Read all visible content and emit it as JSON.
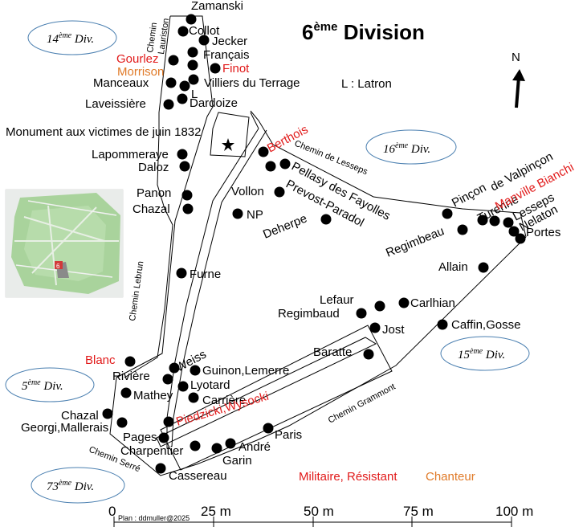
{
  "title": "6",
  "title_sup": "ème",
  "title_rest": " Division",
  "north_label": "N",
  "latron_legend": "L : Latron",
  "monument": "Monument aux victimes de juin 1832",
  "divisions": {
    "d14": {
      "num": "14",
      "sup": "ème",
      "rest": " Div."
    },
    "d16": {
      "num": "16",
      "sup": "ème",
      "rest": " Div."
    },
    "d5": {
      "num": "5",
      "sup": "ème",
      "rest": " Div."
    },
    "d15": {
      "num": "15",
      "sup": "ème",
      "rest": " Div."
    },
    "d73": {
      "num": "73",
      "sup": "ème",
      "rest": " Div."
    }
  },
  "roads": {
    "lauriston": "Chemin Lauriston",
    "lesseps": "Chemin de Lesseps",
    "lebrun": "Chemin Lebrun",
    "grammont": "Chemin Grammont",
    "serre": "Chemin Serré"
  },
  "graves": [
    "Zamanski",
    "Collot",
    "Jecker",
    "Français",
    "Gourlez",
    "Morrison",
    "Finot",
    "Manceaux",
    "L",
    "Villiers du Terrage",
    "Laveissière",
    "Dardoize",
    "Lapommeraye",
    "Daloz",
    "Berthois",
    "Pellasy des Fayolles",
    "Prevost-Paradol",
    "Vollon",
    "NP",
    "Deherpe",
    "Panon",
    "Chazal",
    "Furne",
    "Pinçon",
    "de Valpinçon",
    "Turenne",
    "Manville Bianchi",
    "Lesseps",
    "Nelaton",
    "Portes",
    "Regimbeau",
    "Allain",
    "Lefaur",
    "Carlhian",
    "Regimbaud",
    "Jost",
    "Caffin,Gosse",
    "Baratte",
    "Blanc",
    "Weiss",
    "Guinon,Lemerre",
    "Rivière",
    "Lyotard",
    "Mathey",
    "Carrière",
    "Chazal",
    "Georgi,Mallerais",
    "Piedzicki,Wysocki",
    "Pages",
    "Charpentier",
    "André",
    "Paris",
    "Garin",
    "Cassereau"
  ],
  "legend": {
    "military": "Militaire, Résistant",
    "singer": "Chanteur"
  },
  "scale": {
    "ticks": [
      "0",
      "25 m",
      "50 m",
      "75 m",
      "100 m"
    ],
    "credit": "Plan : ddmuller@2025"
  },
  "colors": {
    "military": "#e11a1a",
    "singer": "#e07a28",
    "ellipse_border": "#4a7fb0",
    "park_green": "#9ccf8e",
    "park_bg": "#d8e8d4"
  }
}
